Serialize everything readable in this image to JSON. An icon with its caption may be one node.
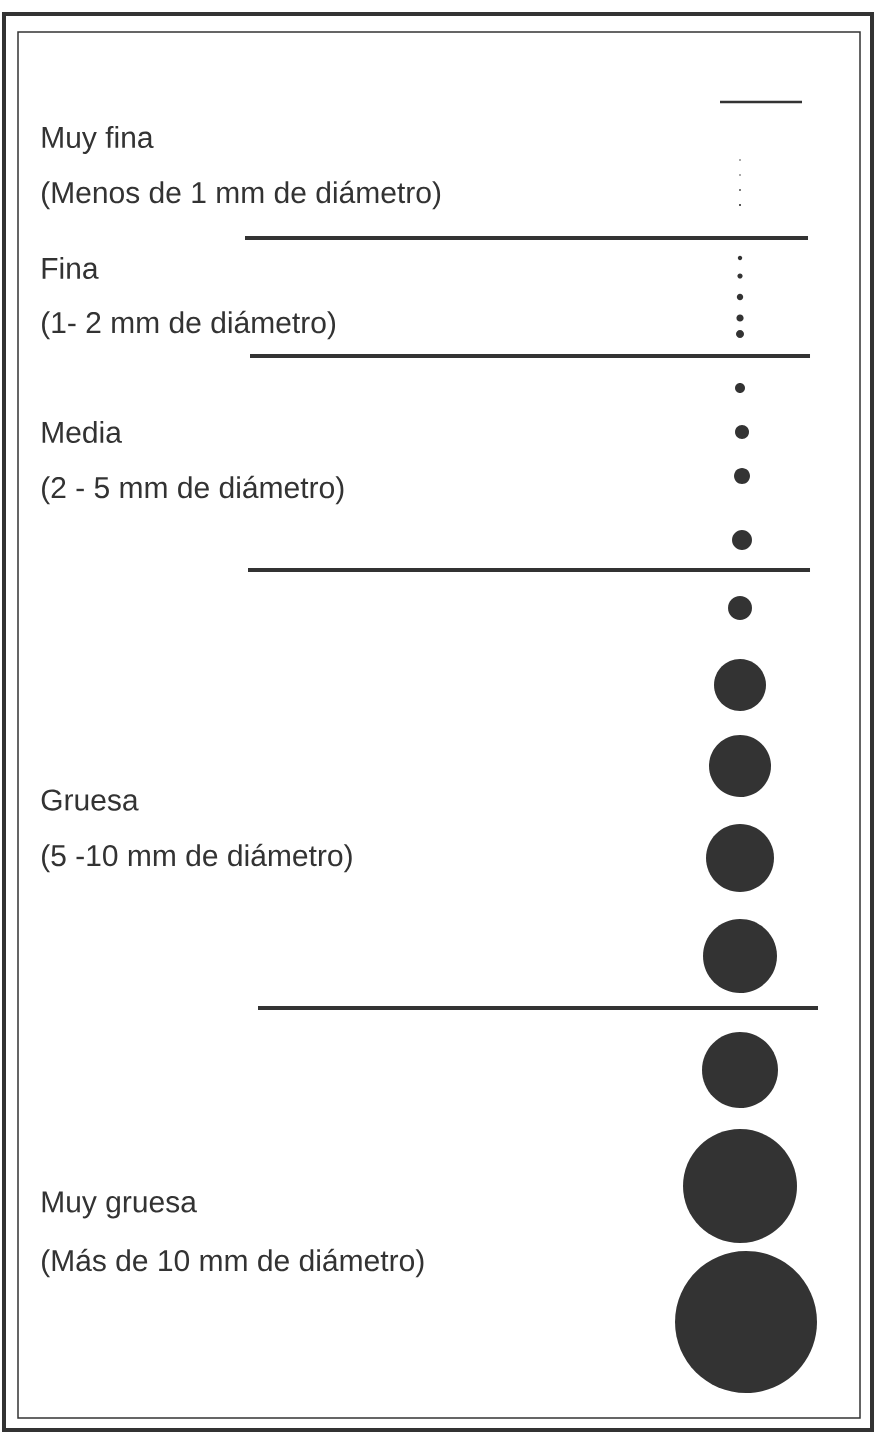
{
  "diagram": {
    "labels": [
      "Muy fina",
      "(Menos de 1 mm de diámetro)",
      "Fina",
      "(1- 2 mm de diámetro)",
      "Media",
      "(2 - 5 mm de diámetro)",
      "Gruesa",
      "(5 -10 mm de diámetro)",
      "Muy gruesa",
      "(Más de 10 mm de diámetro)"
    ]
  }
}
